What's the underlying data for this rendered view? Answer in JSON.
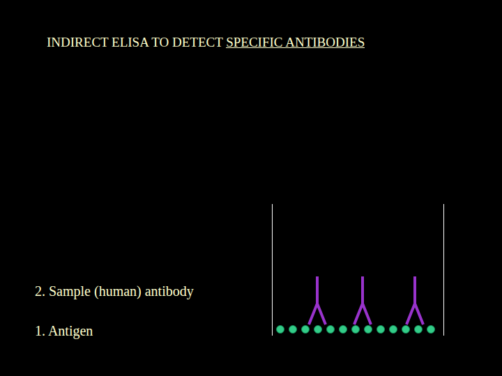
{
  "diagram": {
    "title": "INDIRECT ELISA TO DETECT SPECIFIC ANTIBODIES",
    "labels": [
      "2. Sample (human) antibody",
      "1. Antigen"
    ]
  }
}
